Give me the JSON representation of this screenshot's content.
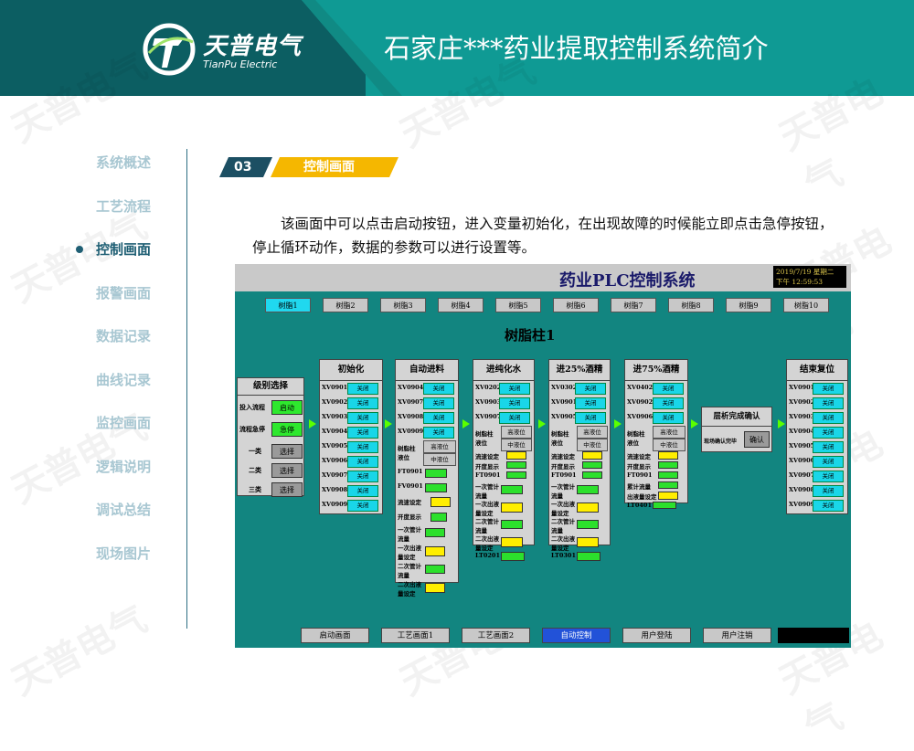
{
  "header": {
    "brand_cn": "天普电气",
    "brand_en": "TianPu Electric",
    "title": "石家庄***药业提取控制系统简介",
    "watermark": "天普电气"
  },
  "nav": [
    {
      "label": "系统概述",
      "active": false
    },
    {
      "label": "工艺流程",
      "active": false
    },
    {
      "label": "控制画面",
      "active": true
    },
    {
      "label": "报警画面",
      "active": false
    },
    {
      "label": "数据记录",
      "active": false
    },
    {
      "label": "曲线记录",
      "active": false
    },
    {
      "label": "监控画面",
      "active": false
    },
    {
      "label": "逻辑说明",
      "active": false
    },
    {
      "label": "调试总结",
      "active": false
    },
    {
      "label": "现场图片",
      "active": false
    }
  ],
  "section": {
    "num": "03",
    "title": "控制画面"
  },
  "description": "该画面中可以点击启动按钮，进入变量初始化，在出现故障的时候能立即点击急停按钮，停止循环动作，数据的参数可以进行设置等。",
  "hmi": {
    "title": "药业PLC控制系统",
    "clock_line1": "2019/7/19 星期二",
    "clock_line2": "下午 12:59:53",
    "tabs": [
      "树脂1",
      "树脂2",
      "树脂3",
      "树脂4",
      "树脂5",
      "树脂6",
      "树脂7",
      "树脂8",
      "树脂9",
      "树脂10"
    ],
    "column_title": "树脂柱1",
    "level_select": {
      "title": "级别选择",
      "rows": [
        {
          "label": "投入流程",
          "button": "启动"
        },
        {
          "label": "流程急停",
          "button": "急停"
        },
        {
          "label": "一类",
          "button": "选择"
        },
        {
          "label": "二类",
          "button": "选择"
        },
        {
          "label": "三类",
          "button": "选择"
        }
      ]
    },
    "close_label": "关闭",
    "panels": {
      "init": {
        "title": "初始化",
        "valves": [
          "XV0901",
          "XV0902",
          "XV0903",
          "XV0904",
          "XV0905",
          "XV0906",
          "XV0907",
          "XV0908",
          "XV0909"
        ]
      },
      "auto_feed": {
        "title": "自动进料",
        "valves": [
          "XV0904",
          "XV0907",
          "XV0908",
          "XV0909"
        ],
        "level_label": "树脂柱液位",
        "level_high": "高液位",
        "level_mid": "中液位",
        "rows": [
          "FT0901",
          "FV0901",
          "流速设定",
          "开度显示",
          "一次管计流量",
          "一次出液量设定",
          "二次管计流量",
          "二次出液量设定"
        ]
      },
      "pure_water": {
        "title": "进纯化水",
        "valves": [
          "XV0202",
          "XV0903",
          "XV0907"
        ],
        "level_label": "树脂柱液位",
        "level_high": "高液位",
        "level_mid": "中液位",
        "rows": [
          "流速设定",
          "开度显示",
          "FT0901",
          "一次管计流量",
          "一次出液量设定",
          "二次管计流量",
          "二次出液量设定",
          "LT0201"
        ]
      },
      "ethanol25": {
        "title": "进25%酒精",
        "valves": [
          "XV0302",
          "XV0901",
          "XV0905"
        ],
        "level_label": "树脂柱液位",
        "level_high": "高液位",
        "level_mid": "中液位",
        "rows": [
          "流速设定",
          "开度显示",
          "FT0901",
          "一次管计流量",
          "一次出液量设定",
          "二次管计流量",
          "二次出液量设定",
          "LT0301"
        ]
      },
      "ethanol75": {
        "title": "进75%酒精",
        "valves": [
          "XV0402",
          "XV0902",
          "XV0906"
        ],
        "level_label": "树脂柱液位",
        "level_high": "高液位",
        "level_mid": "中液位",
        "rows": [
          "流速设定",
          "开度显示",
          "FT0901",
          "累计流量",
          "出液量设定",
          "LT0401"
        ]
      },
      "confirm": {
        "title": "层析完成确认",
        "label": "现场确认完毕",
        "button": "确认"
      },
      "end_reset": {
        "title": "结束复位",
        "valves": [
          "XV0901",
          "XV0902",
          "XV0903",
          "XV0904",
          "XV0905",
          "XV0906",
          "XV0907",
          "XV0908",
          "XV0909"
        ]
      }
    },
    "footer": [
      {
        "label": "启动画面",
        "active": false
      },
      {
        "label": "工艺画面1",
        "active": false
      },
      {
        "label": "工艺画面2",
        "active": false
      },
      {
        "label": "自动控制",
        "active": true
      },
      {
        "label": "用户登陆",
        "active": false
      },
      {
        "label": "用户注销",
        "active": false
      }
    ]
  }
}
